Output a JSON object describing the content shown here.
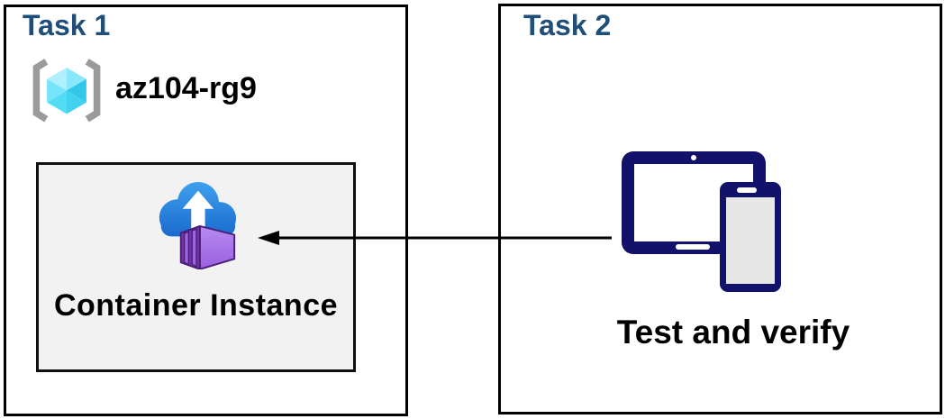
{
  "task1": {
    "title": "Task 1",
    "resource_group_name": "az104-rg9",
    "container_label": "Container Instance"
  },
  "task2": {
    "title": "Task 2",
    "caption": "Test and verify"
  },
  "icons": {
    "resource_group": "resource-group-icon",
    "container_instances": "container-instances-icon",
    "devices": "tablet-phone-icon",
    "arrow": "arrow-left-connector"
  },
  "arrow": {
    "direction": "right-to-left"
  },
  "colors": {
    "title_blue": "#1F4E79",
    "device_navy": "#12126B",
    "panel_border": "#000000",
    "inner_box_bg": "#F2F2F2",
    "cloud_blue_top": "#3FA0EE",
    "cloud_blue_bottom": "#1A6ACE",
    "container_purple_front": "#7036AB",
    "container_purple_side": "#AA7CEC",
    "container_slat": "#9D66DC",
    "cube_cyan_light": "#AFF0FF",
    "cube_cyan_dark": "#30C7E8",
    "bracket_gray": "#9B9B9B",
    "text_black": "#000000"
  }
}
